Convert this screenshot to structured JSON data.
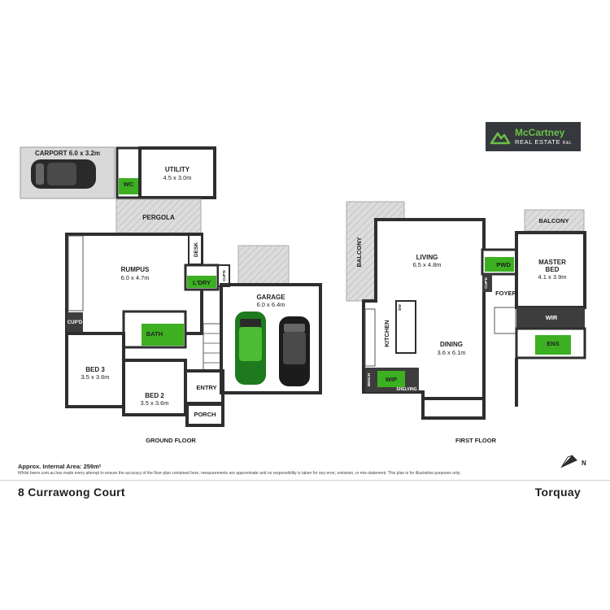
{
  "logo": {
    "brand": "McCartney",
    "sub": "REAL ESTATE",
    "suffix": "R&L"
  },
  "ground_floor": {
    "title": "GROUND FLOOR",
    "rooms": {
      "carport": "CARPORT 6.0 x 3.2m",
      "wc": "WC",
      "utility": "UTILITY",
      "utility_dim": "4.5 x 3.0m",
      "pergola": "PERGOLA",
      "rumpus": "RUMPUS",
      "rumpus_dim": "6.0 x 4.7m",
      "desk": "DESK",
      "laundry": "L'DRY",
      "cupd_small": "CUP'D",
      "cupd": "CUP'D",
      "bath": "BATH",
      "garage": "GARAGE",
      "garage_dim": "6.0 x 6.4m",
      "bed3": "BED 3",
      "bed3_dim": "3.5 x 3.6m",
      "bed2": "BED 2",
      "bed2_dim": "3.5 x 3.6m",
      "entry": "ENTRY",
      "porch": "PORCH"
    }
  },
  "first_floor": {
    "title": "FIRST FLOOR",
    "rooms": {
      "balcony_left": "BALCONY",
      "living": "LIVING",
      "living_dim": "6.5 x 4.8m",
      "kitchen": "KITCHEN",
      "dw": "DW",
      "dining": "DINING",
      "dining_dim": "3.6 x 6.1m",
      "bench": "BENCH",
      "wip": "WIP",
      "shelving": "SHELVING",
      "pwd": "PWD",
      "cupd": "CUP'D",
      "foyer": "FOYER",
      "balcony_right": "BALCONY",
      "master_bed": "MASTER",
      "master_bed_2": "BED",
      "master_dim": "4.1 x 3.9m",
      "wir": "WIR",
      "ens": "ENS"
    }
  },
  "compass": "N",
  "footer": {
    "area": "Approx. Internal Area: 259m²",
    "disclaimer": "Whilst bwrm.com.au has made every attempt to ensure the accuracy of the floor plan contained here, measurements are approximate and no responsibility is taken for any error, omission, or mis-statement. This plan is for illustrative purposes only.",
    "address": "8 Currawong Court",
    "suburb": "Torquay"
  },
  "colors": {
    "accent_green": "#3cb021",
    "wall": "#2e2e2e",
    "logo_bg": "#35383c",
    "logo_green": "#6cc04a"
  }
}
